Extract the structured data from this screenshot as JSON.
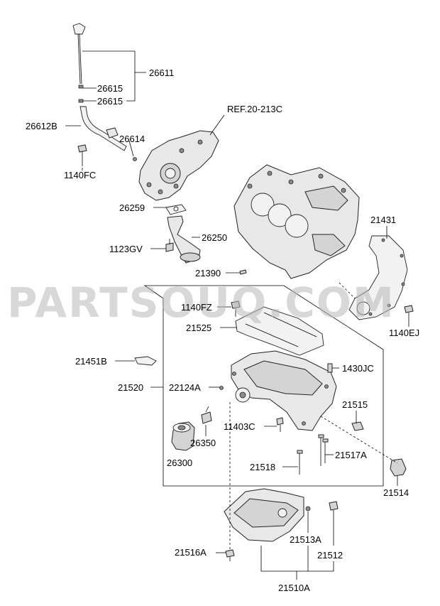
{
  "watermark": "PARTSOUQ.COM",
  "labels": {
    "p26611": "26611",
    "p26615a": "26615",
    "p26615b": "26615",
    "p26612B": "26612B",
    "p26614": "26614",
    "p1140FC": "1140FC",
    "ref": "REF.20-213C",
    "p26259": "26259",
    "p26250": "26250",
    "p1123GV": "1123GV",
    "p21390": "21390",
    "p21431": "21431",
    "p1140FZ": "1140FZ",
    "p21525": "21525",
    "p1140EJ": "1140EJ",
    "p21451B": "21451B",
    "p1430JC": "1430JC",
    "p21520": "21520",
    "p22124A": "22124A",
    "p21515": "21515",
    "p11403C": "11403C",
    "p26350": "26350",
    "p21517A": "21517A",
    "p26300": "26300",
    "p21518": "21518",
    "p21514": "21514",
    "p21513A": "21513A",
    "p21516A": "21516A",
    "p21512": "21512",
    "p21510A": "21510A"
  }
}
